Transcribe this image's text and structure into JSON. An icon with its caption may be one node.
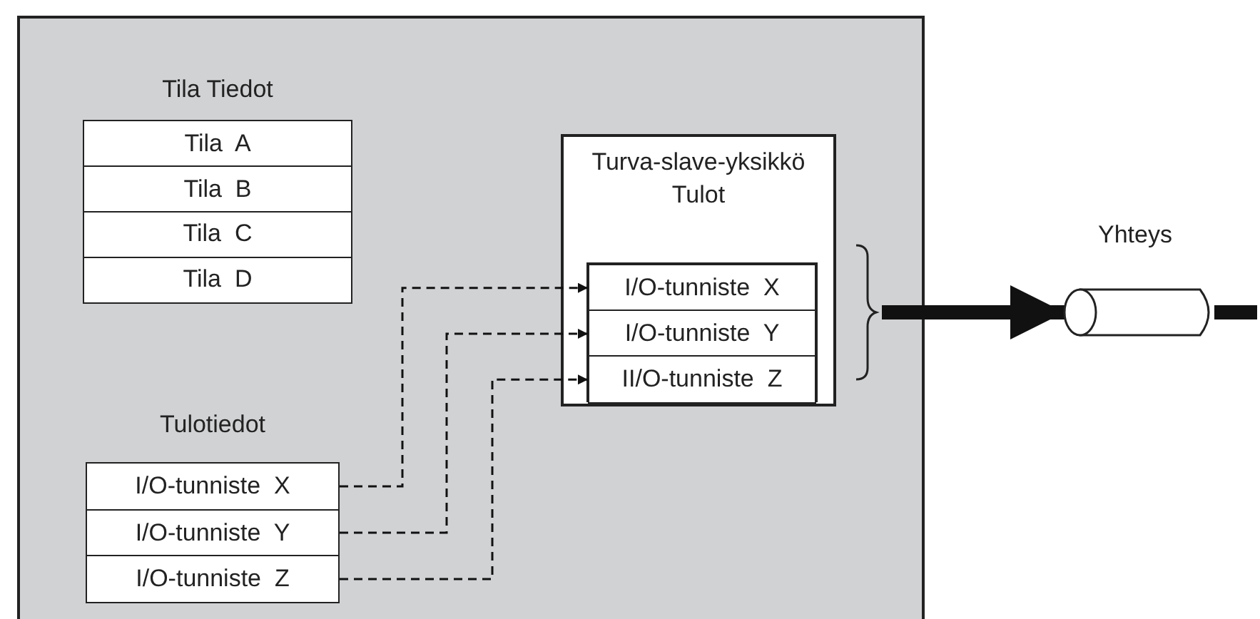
{
  "diagram": {
    "nodes": [
      {
        "text": [],
        "shape": "box"
      },
      {
        "text": [
          "Tila Tiedot"
        ],
        "in": 0
      },
      {
        "text": [
          "Tila  A"
        ],
        "in": 1
      },
      {
        "text": [
          "Tila  B"
        ],
        "in": 1
      },
      {
        "text": [
          "Tila  C"
        ],
        "in": 1
      },
      {
        "text": [
          "Tila  D"
        ],
        "in": 1
      },
      {
        "text": [
          "Turva-slave-yksikkö Tulot"
        ],
        "in": 0
      },
      {
        "text": [],
        "shape": "box",
        "in": 6
      },
      {
        "text": [
          "I/O-tunniste  X"
        ],
        "in": 7
      },
      {
        "text": [
          "I/O-tunniste  Y"
        ],
        "in": 7
      },
      {
        "text": [
          "II/O-tunniste  Z"
        ],
        "in": 7
      },
      {
        "text": [
          "Tulotiedot"
        ],
        "in": 0
      },
      {
        "text": [
          "I/O-tunniste  X"
        ],
        "in": 11
      },
      {
        "text": [
          "I/O-tunniste  Y"
        ],
        "in": 11
      },
      {
        "text": [
          "I/O-tunniste  Z"
        ],
        "in": 11
      },
      {
        "text": [
          "Yhteys"
        ]
      }
    ],
    "edges": [
      {
        "from": 12,
        "to": 8,
        "arrow": "to",
        "style": "dashed"
      },
      {
        "from": 13,
        "to": 9,
        "arrow": "to",
        "style": "dashed"
      },
      {
        "from": 14,
        "to": 10,
        "arrow": "to",
        "style": "dashed"
      },
      {
        "from": null,
        "to": 15,
        "arrow": "to",
        "style": "thick"
      },
      {
        "from": 15,
        "to": null,
        "arrow": "none",
        "style": "thick"
      }
    ]
  }
}
